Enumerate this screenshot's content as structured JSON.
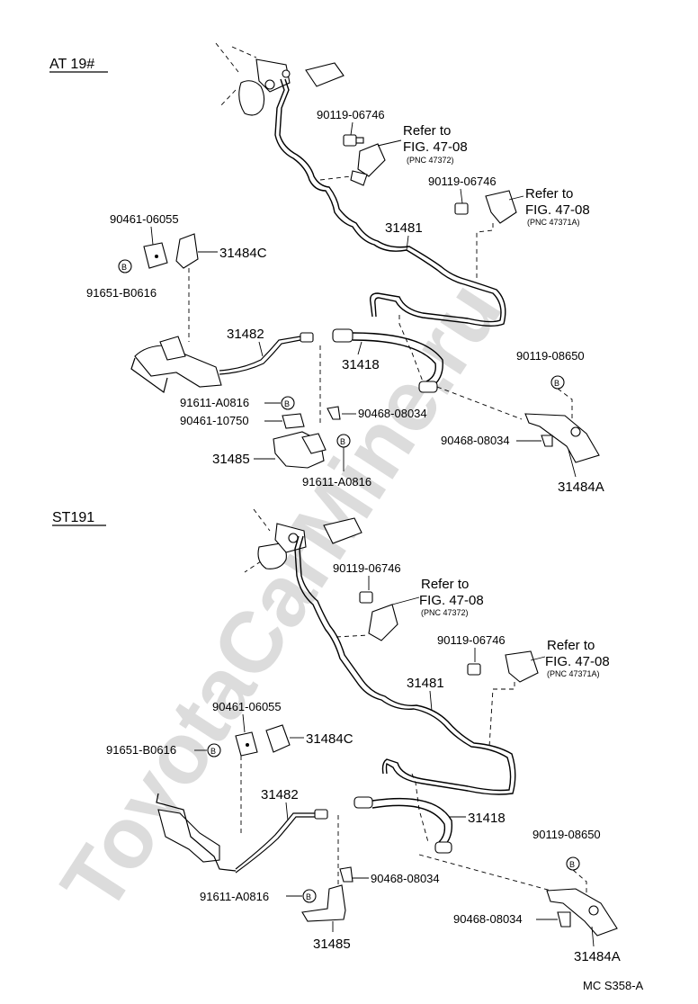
{
  "watermark": "ToyotaCarMine.ru",
  "footer_code": "MC S358-A",
  "sections": [
    {
      "title": "AT 19#",
      "labels": {
        "bolt_a": "90119-06746",
        "refer_a_1": "Refer to",
        "refer_a_2": "FIG. 47-08",
        "refer_a_3": "(PNC 47372)",
        "bolt_b": "90119-06746",
        "refer_b_1": "Refer to",
        "refer_b_2": "FIG. 47-08",
        "refer_b_3": "(PNC 47371A)",
        "tube_main": "31481",
        "clip_top": "90461-06055",
        "bracket_c": "31484C",
        "b_mark_1": "B",
        "bolt_c": "91651-B0616",
        "tube_front": "31482",
        "hose": "31418",
        "bolt_d": "90119-08650",
        "b_mark_2": "B",
        "nut_a": "91611-A0816",
        "b_mark_3": "B",
        "clip_mid": "90461-10750",
        "clip_e": "90468-08034",
        "clip_f": "90468-08034",
        "bracket_85": "31485",
        "b_mark_4": "B",
        "nut_b": "91611-A0816",
        "bracket_a": "31484A"
      }
    },
    {
      "title": "ST191",
      "labels": {
        "bolt_a": "90119-06746",
        "refer_a_1": "Refer to",
        "refer_a_2": "FIG. 47-08",
        "refer_a_3": "(PNC 47372)",
        "bolt_b": "90119-06746",
        "refer_b_1": "Refer to",
        "refer_b_2": "FIG. 47-08",
        "refer_b_3": "(PNC 47371A)",
        "tube_main": "31481",
        "clip_top": "90461-06055",
        "bolt_c": "91651-B0616",
        "b_mark_1": "B",
        "bracket_c": "31484C",
        "tube_front": "31482",
        "hose": "31418",
        "bolt_d": "90119-08650",
        "b_mark_2": "B",
        "clip_e": "90468-08034",
        "nut_a": "91611-A0816",
        "b_mark_3": "B",
        "clip_f": "90468-08034",
        "bracket_85": "31485",
        "bracket_a": "31484A"
      }
    }
  ]
}
